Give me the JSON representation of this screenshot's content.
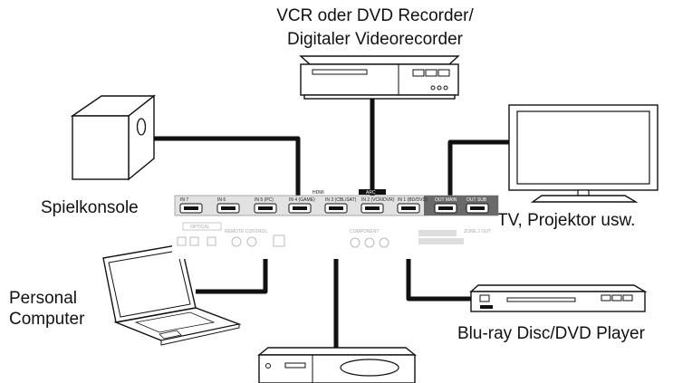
{
  "labels": {
    "vcr_line1": "VCR oder DVD Recorder/",
    "vcr_line2": "Digitaler Videorecorder",
    "game_console": "Spielkonsole",
    "tv": "TV, Projektor usw.",
    "pc_line1": "Personal",
    "pc_line2": "Computer",
    "bluray": "Blu-ray Disc/DVD Player"
  },
  "panel": {
    "hdmi_title": "HDMI",
    "hdmi_inputs": [
      "IN 7",
      "IN 6",
      "IN 5 (PC)",
      "IN 4 (GAME)",
      "IN 3 (CBL/SAT)",
      "IN 2 (VCR/DVR)",
      "IN 1 (BD/DVD)"
    ],
    "hdmi_outputs": [
      "OUT MAIN",
      "OUT SUB"
    ],
    "arc_badge": "ARC",
    "optical": "OPTICAL",
    "remote_control": "REMOTE CONTROL",
    "component": "COMPONENT",
    "zone_out": "ZONE 2 OUT"
  },
  "icons": [
    "speaker-box-icon",
    "vcr-recorder-icon",
    "tv-monitor-icon",
    "laptop-icon",
    "bluray-player-icon",
    "set-top-box-icon"
  ]
}
